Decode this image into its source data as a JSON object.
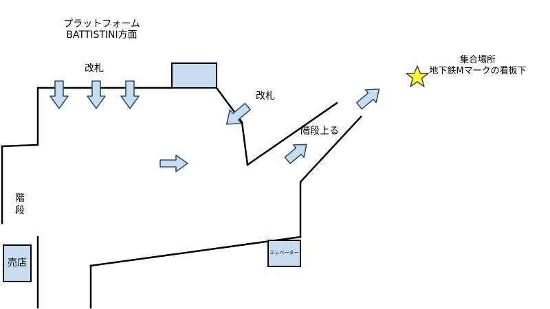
{
  "labels": {
    "platform_line1": "プラットフォーム",
    "platform_line2": "BATTISTINI方面",
    "gate_left": "改札",
    "gate_right": "改札",
    "stairs_up": "階段上る",
    "stairs_left_line1": "階",
    "stairs_left_line2": "段",
    "shop": "売店",
    "elevator": "エレベーター",
    "meeting_line1": "集合場所",
    "meeting_line2": "地下鉄Mマークの看板下"
  },
  "colors": {
    "fill": "#c8dcf0",
    "wall": "#000000",
    "star": "#ffff33"
  },
  "icons": {
    "meeting_marker": "star-icon",
    "direction_marker": "arrow-icon"
  }
}
